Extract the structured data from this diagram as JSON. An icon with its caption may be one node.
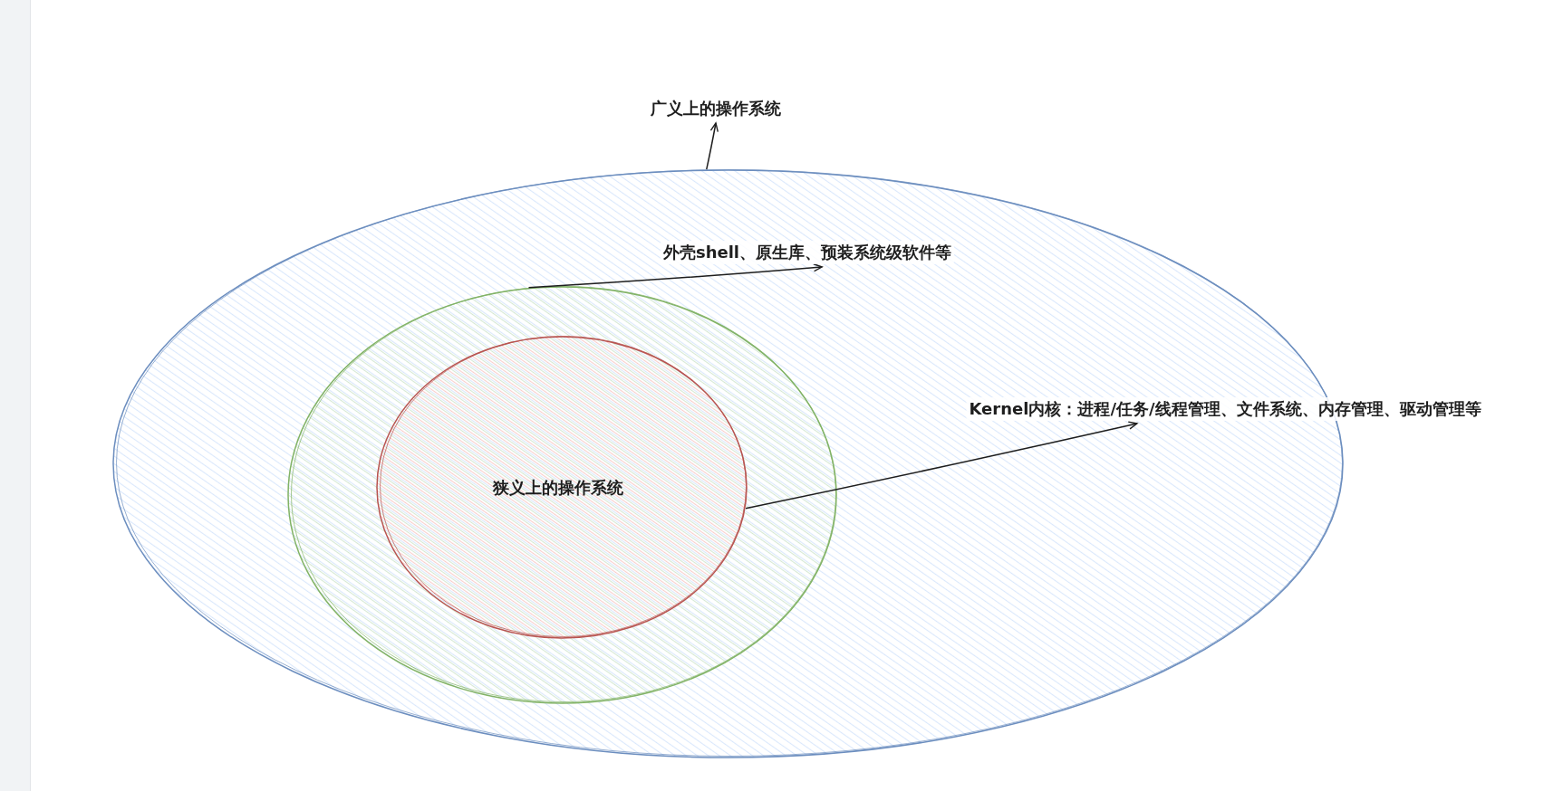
{
  "diagram": {
    "nodes": [
      {
        "text": [
          "广义上的操作系统"
        ]
      },
      {
        "text": [],
        "shape": "circle"
      },
      {
        "text": [
          "外壳shell、原生库、预装系统级软件等"
        ],
        "in": 1
      },
      {
        "text": [],
        "shape": "circle",
        "in": 1
      },
      {
        "text": [
          "狭义上的操作系统"
        ],
        "in": 3
      },
      {
        "text": [
          "Kernel内核：进程/任务/线程管理、文件系统、内存管理、驱动管理等"
        ]
      }
    ],
    "edges": [
      {
        "from": 1,
        "to": 0,
        "arrow": "to"
      },
      {
        "from": 3,
        "to": 2,
        "arrow": "to"
      },
      {
        "from": 4,
        "to": 5,
        "arrow": "to"
      }
    ]
  }
}
